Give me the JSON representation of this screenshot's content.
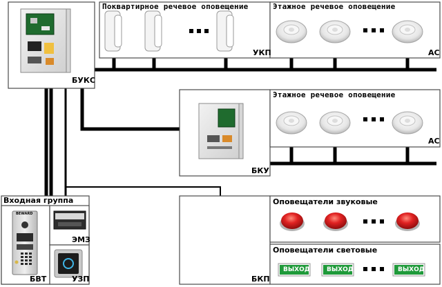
{
  "boxes": {
    "buks": "БУКС",
    "apartment_title": "Поквартирное речевое оповещение",
    "ukp": "УКП",
    "floor_title_top": "Этажное речевое оповещение",
    "as_top": "АС",
    "bku": "БКУ",
    "floor_title_mid": "Этажное речевое оповещение",
    "as_mid": "АС",
    "entry_title": "Входная группа",
    "emz": "ЭМЗ",
    "uzp": "УЗП",
    "bvt": "БВТ",
    "bkp": "БКП",
    "sound_title": "Оповещатели звуковые",
    "light_title": "Оповещатели световые"
  },
  "exit_sign_text": "ВЫХОД",
  "panel_brand": "BEWARD",
  "ellipsis": "■ ■ ■",
  "colors": {
    "line": "#000000",
    "box_border": "#4a4a4a",
    "strobe_red": "#d81e1e",
    "exit_green": "#1f9a3a"
  }
}
